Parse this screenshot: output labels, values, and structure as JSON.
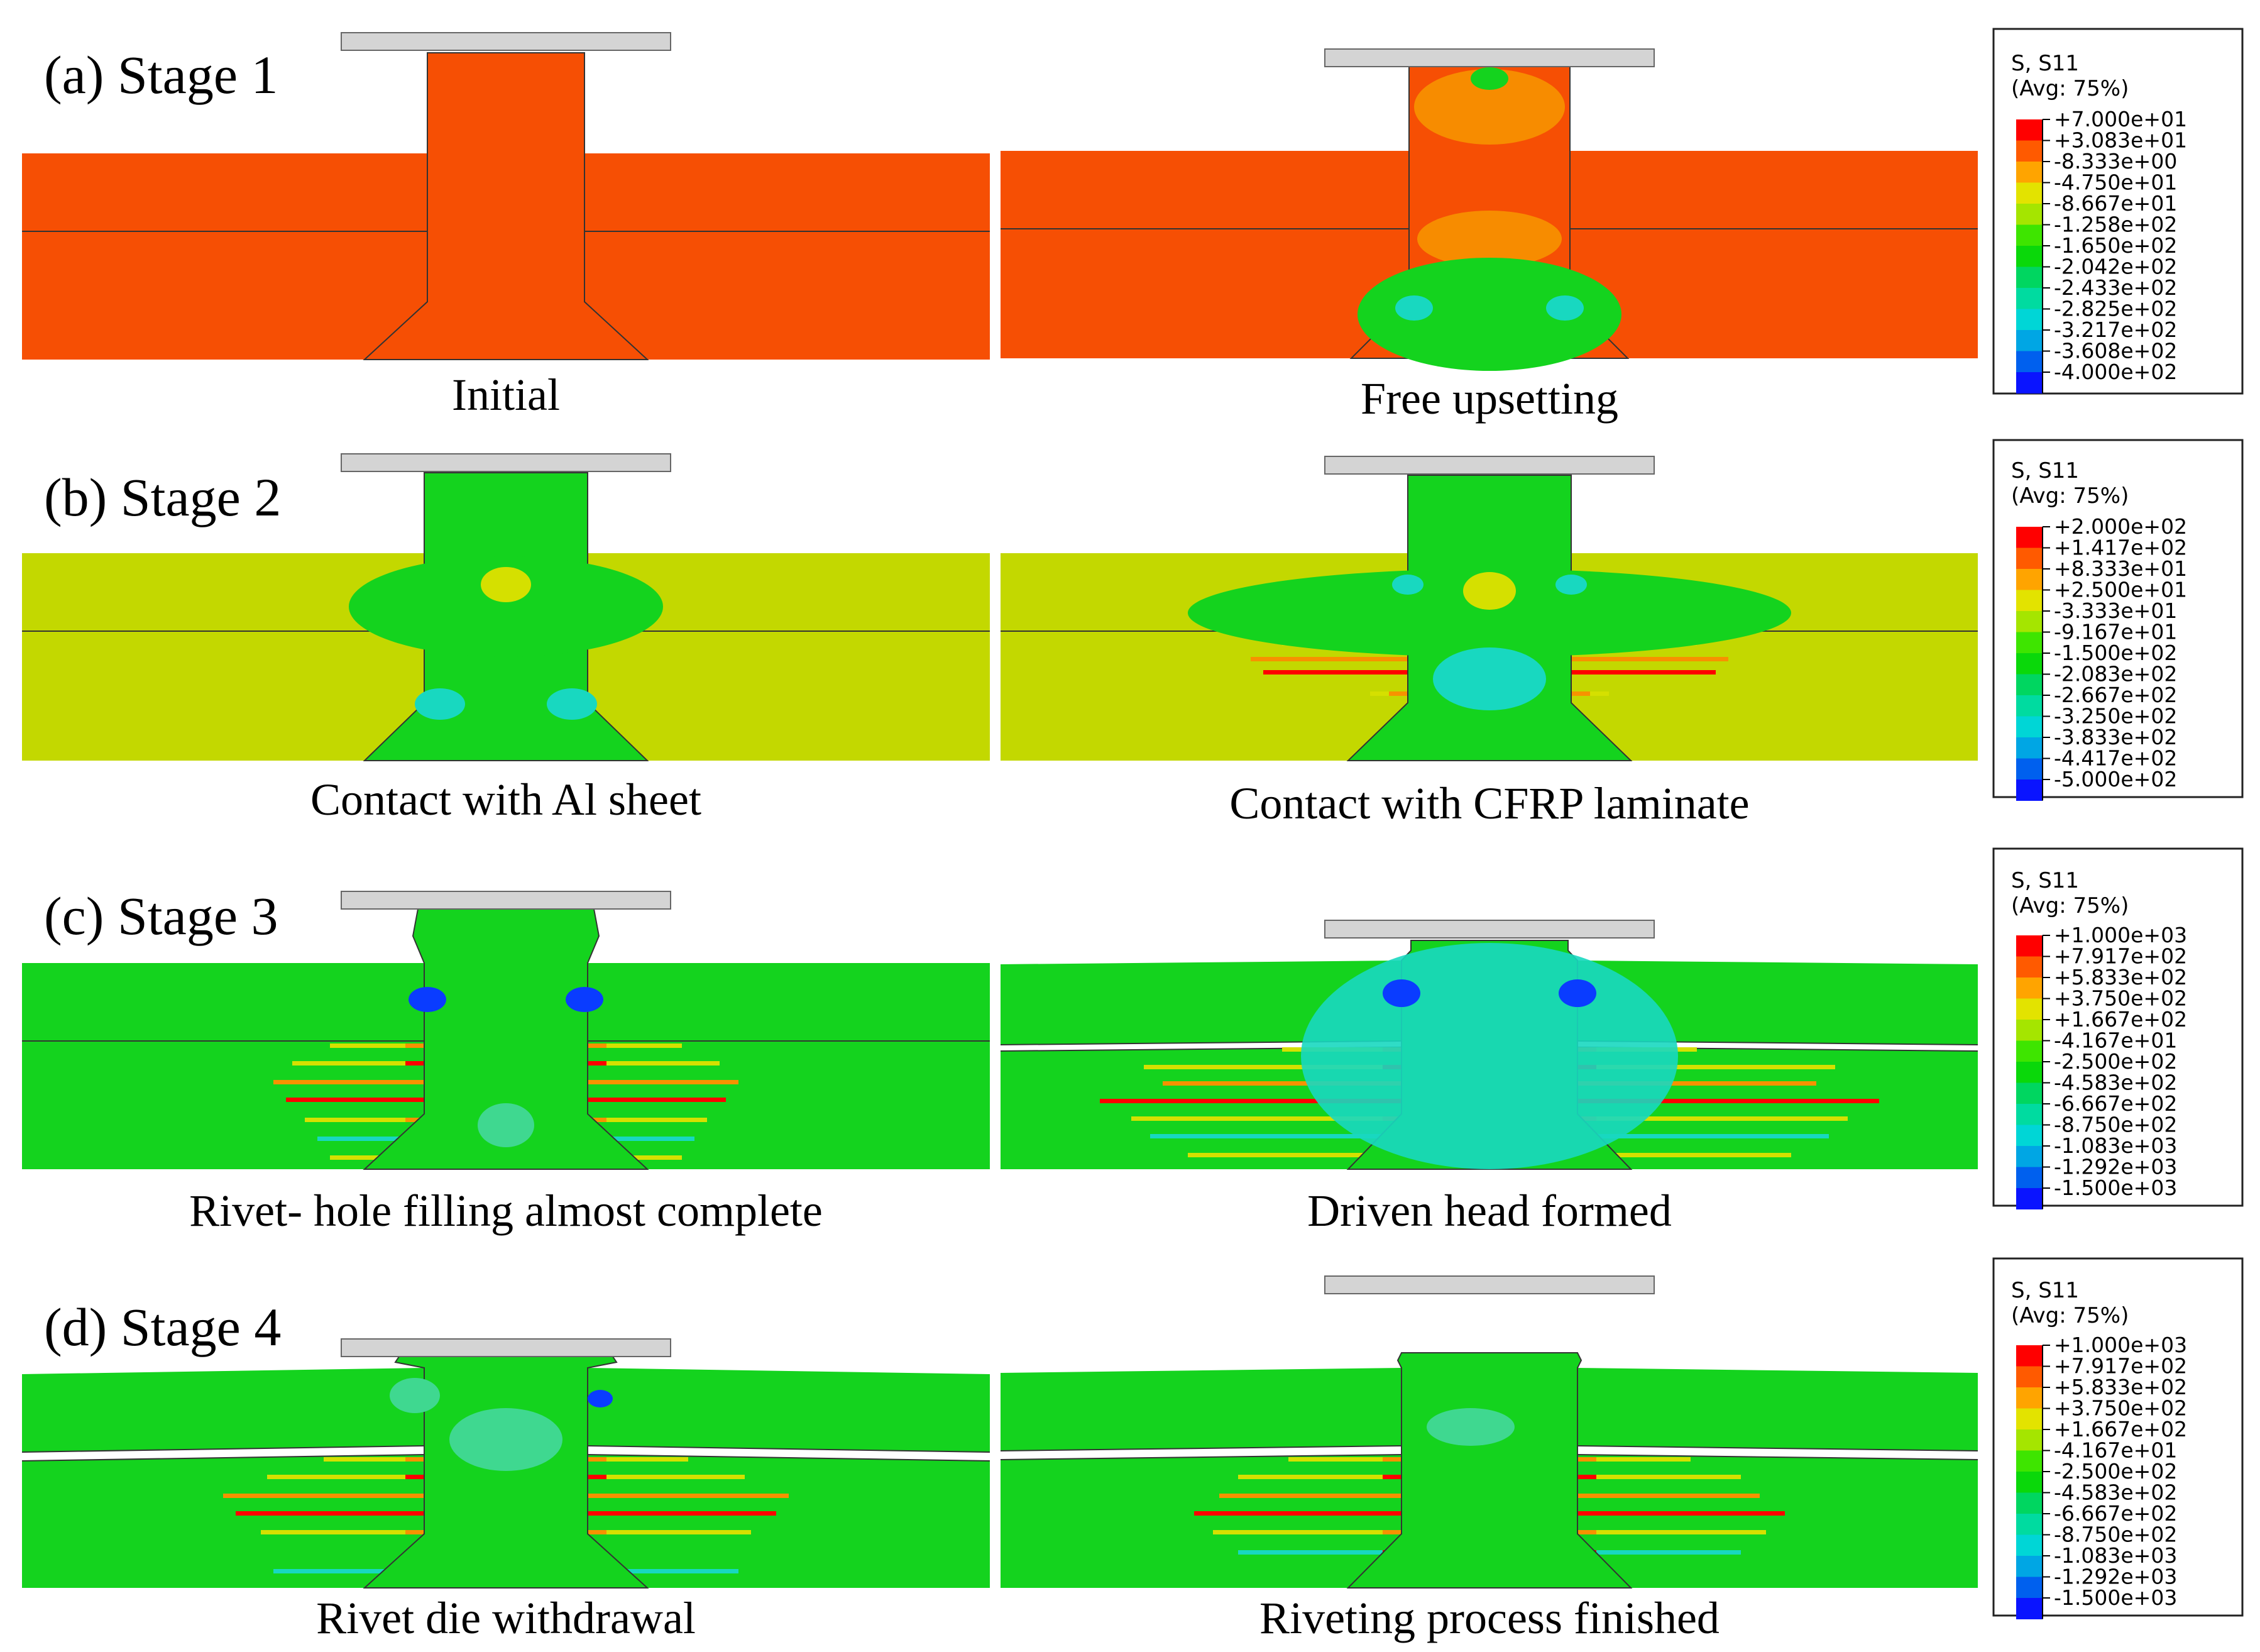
{
  "colors": {
    "stage1_bg": "#f64f04",
    "stage2_bg": "#c3d800",
    "green": "#14d31e",
    "cyan": "#18d8c0",
    "yellow": "#d5e000",
    "orange": "#f79200",
    "red": "#ff0000",
    "blue": "#0a3cff",
    "die": "#d4d4d4"
  },
  "legend_colors": [
    "#ff0000",
    "#ff5a00",
    "#ffa400",
    "#e3e300",
    "#a5e500",
    "#3ee500",
    "#0ad80a",
    "#00d660",
    "#00dba0",
    "#00d6d6",
    "#00a6e4",
    "#0060ee",
    "#0a14ff"
  ],
  "stages": [
    {
      "label": "(a) Stage 1",
      "captions": [
        "Initial",
        "Free upsetting"
      ],
      "legend": {
        "title": "S, S11",
        "subtitle": "(Avg: 75%)",
        "values": [
          "+7.000e+01",
          "+3.083e+01",
          "-8.333e+00",
          "-4.750e+01",
          "-8.667e+01",
          "-1.258e+02",
          "-1.650e+02",
          "-2.042e+02",
          "-2.433e+02",
          "-2.825e+02",
          "-3.217e+02",
          "-3.608e+02",
          "-4.000e+02"
        ]
      }
    },
    {
      "label": "(b) Stage 2",
      "captions": [
        "Contact with Al sheet",
        "Contact with CFRP laminate"
      ],
      "legend": {
        "title": "S, S11",
        "subtitle": "(Avg: 75%)",
        "values": [
          "+2.000e+02",
          "+1.417e+02",
          "+8.333e+01",
          "+2.500e+01",
          "-3.333e+01",
          "-9.167e+01",
          "-1.500e+02",
          "-2.083e+02",
          "-2.667e+02",
          "-3.250e+02",
          "-3.833e+02",
          "-4.417e+02",
          "-5.000e+02"
        ]
      }
    },
    {
      "label": "(c) Stage 3",
      "captions": [
        "Rivet- hole filling almost complete",
        "Driven head formed"
      ],
      "legend": {
        "title": "S, S11",
        "subtitle": "(Avg: 75%)",
        "values": [
          "+1.000e+03",
          "+7.917e+02",
          "+5.833e+02",
          "+3.750e+02",
          "+1.667e+02",
          "-4.167e+01",
          "-2.500e+02",
          "-4.583e+02",
          "-6.667e+02",
          "-8.750e+02",
          "-1.083e+03",
          "-1.292e+03",
          "-1.500e+03"
        ]
      }
    },
    {
      "label": "(d) Stage 4",
      "captions": [
        "Rivet die withdrawal",
        "Riveting process finished"
      ],
      "legend": {
        "title": "S, S11",
        "subtitle": "(Avg: 75%)",
        "values": [
          "+1.000e+03",
          "+7.917e+02",
          "+5.833e+02",
          "+3.750e+02",
          "+1.667e+02",
          "-4.167e+01",
          "-2.500e+02",
          "-4.583e+02",
          "-6.667e+02",
          "-8.750e+02",
          "-1.083e+03",
          "-1.292e+03",
          "-1.500e+03"
        ]
      }
    }
  ]
}
